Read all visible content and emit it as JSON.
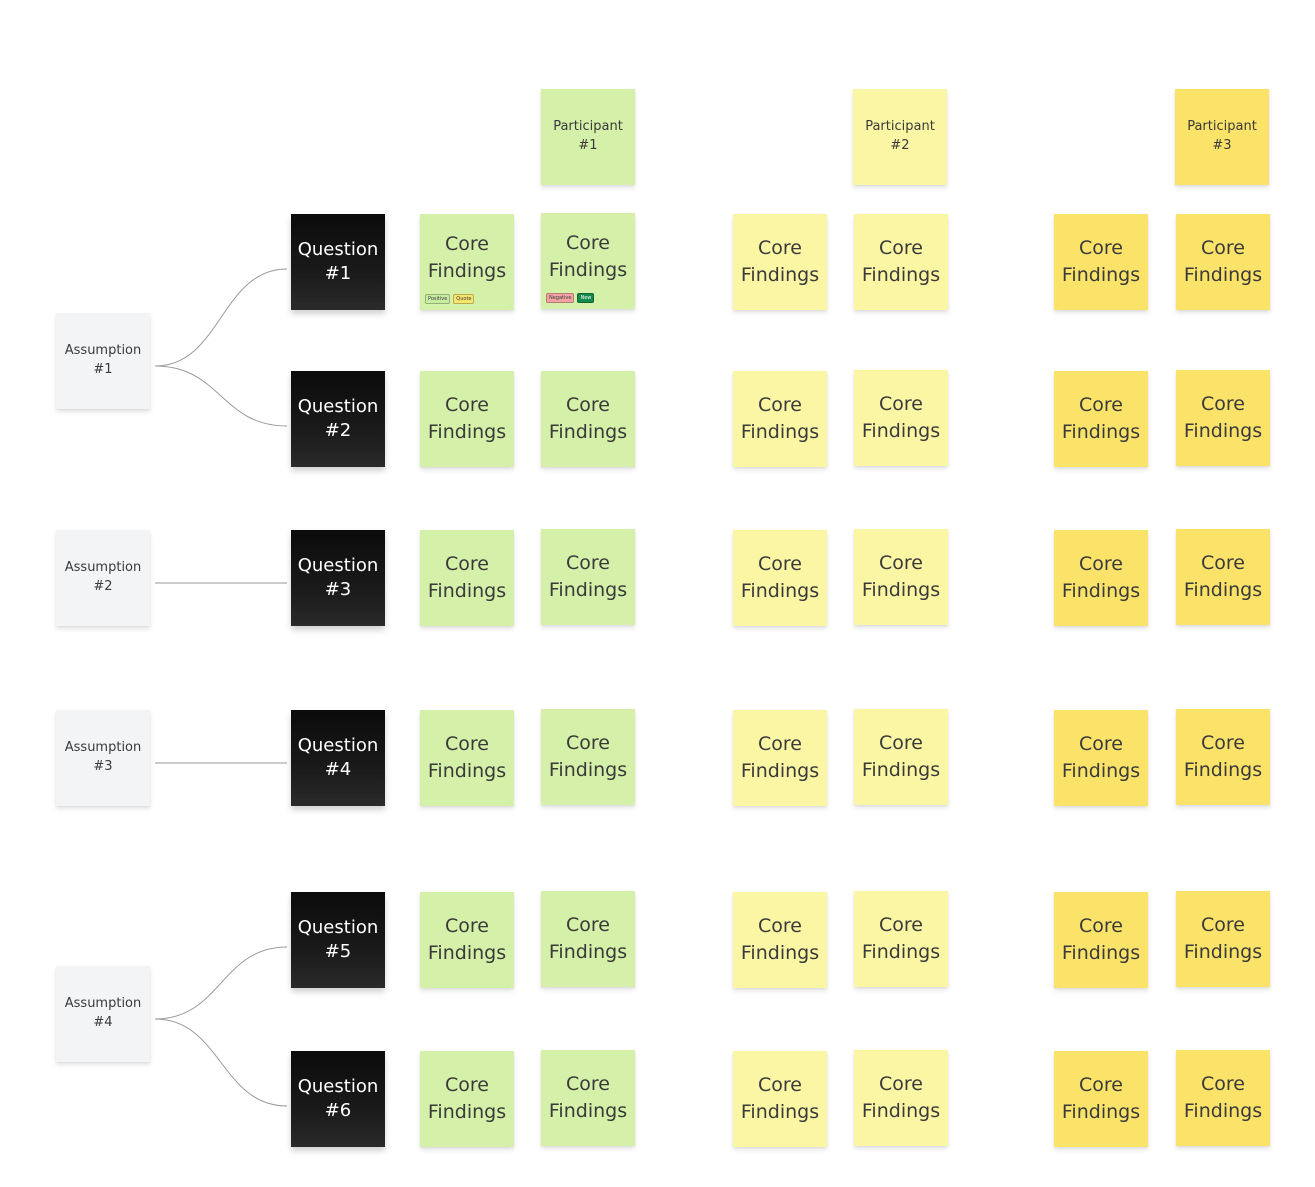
{
  "colors": {
    "assumption": "#f3f4f6",
    "question": "#111111",
    "participant_1": "#d5f0a8",
    "participant_2": "#fbf6a4",
    "participant_3": "#fbe36a",
    "connector": "#9a9a9a",
    "tag_positive": "#c8eca0",
    "tag_quote": "#f7e56e",
    "tag_negative": "#f4a3a3",
    "tag_new": "#13894a"
  },
  "participants": [
    {
      "label": "Participant\n#1",
      "color_key": "participant_1"
    },
    {
      "label": "Participant\n#2",
      "color_key": "participant_2"
    },
    {
      "label": "Participant\n#3",
      "color_key": "participant_3"
    }
  ],
  "assumptions": [
    {
      "label": "Assumption\n#1",
      "questions": [
        0,
        1
      ]
    },
    {
      "label": "Assumption\n#2",
      "questions": [
        2
      ]
    },
    {
      "label": "Assumption\n#3",
      "questions": [
        3
      ]
    },
    {
      "label": "Assumption\n#4",
      "questions": [
        4,
        5
      ]
    }
  ],
  "questions": [
    {
      "label": "Question\n#1"
    },
    {
      "label": "Question\n#2"
    },
    {
      "label": "Question\n#3"
    },
    {
      "label": "Question\n#4"
    },
    {
      "label": "Question\n#5"
    },
    {
      "label": "Question\n#6"
    }
  ],
  "finding_label": "Core\nFindings",
  "tags": {
    "q1_p1_a": [
      {
        "label": "Positive",
        "color_key": "tag_positive"
      },
      {
        "label": "Quote",
        "color_key": "tag_quote"
      }
    ],
    "q1_p1_b": [
      {
        "label": "Negative",
        "color_key": "tag_negative"
      },
      {
        "label": "New",
        "color_key": "tag_new"
      }
    ]
  }
}
